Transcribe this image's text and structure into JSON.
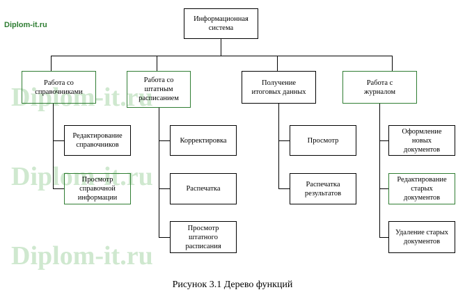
{
  "watermark": {
    "top_left": "Diplom-it.ru",
    "lines": [
      "Diplom-it.ru",
      "Diplom-it.ru",
      "Diplom-it.ru"
    ]
  },
  "caption": "Рисунок 3.1  Дерево функций",
  "chart_data": {
    "type": "diagram",
    "title": "Дерево функций",
    "root": "Информационная\nсистема",
    "branches": [
      {
        "label": "Работа со\nсправочниками",
        "highlight": true,
        "children": [
          {
            "label": "Редактирование\nсправочников",
            "highlight": false
          },
          {
            "label": "Просмотр\nсправочной\nинформации",
            "highlight": true
          }
        ]
      },
      {
        "label": "Работа со\nштатным\nрасписанием",
        "highlight": true,
        "children": [
          {
            "label": "Корректировка",
            "highlight": false
          },
          {
            "label": "Распечатка",
            "highlight": false
          },
          {
            "label": "Просмотр\nштатного\nрасписания",
            "highlight": false
          }
        ]
      },
      {
        "label": "Получение\nитоговых данных",
        "highlight": false,
        "children": [
          {
            "label": "Просмотр",
            "highlight": false
          },
          {
            "label": "Распечатка\nрезультатов",
            "highlight": false
          }
        ]
      },
      {
        "label": "Работа с\nжурналом",
        "highlight": true,
        "children": [
          {
            "label": "Оформление\nновых\nдокументов",
            "highlight": false
          },
          {
            "label": "Редактирование\nстарых\nдокументов",
            "highlight": true
          },
          {
            "label": "Удаление старых\nдокументов",
            "highlight": false
          }
        ]
      }
    ]
  }
}
